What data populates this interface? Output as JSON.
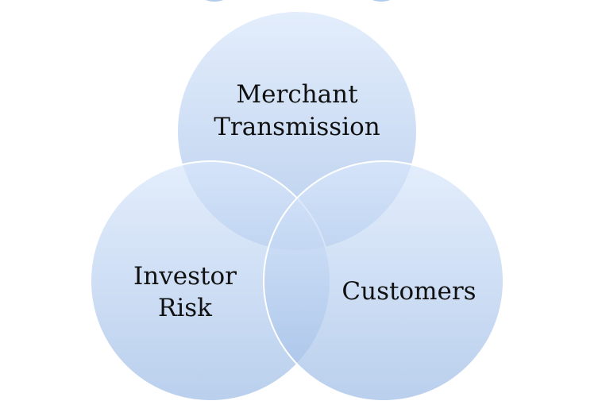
{
  "diagram": {
    "type": "venn",
    "colors": {
      "circle_top": "#d9e7fb",
      "circle_bottom": "#9fbde6",
      "outline": "#ffffff",
      "text": "#111111"
    },
    "circles": [
      {
        "id": "merchant",
        "lines": [
          "Merchant",
          "Transmission"
        ]
      },
      {
        "id": "investor",
        "lines": [
          "Investor",
          "Risk"
        ]
      },
      {
        "id": "customers",
        "lines": [
          "Customers"
        ]
      }
    ]
  }
}
